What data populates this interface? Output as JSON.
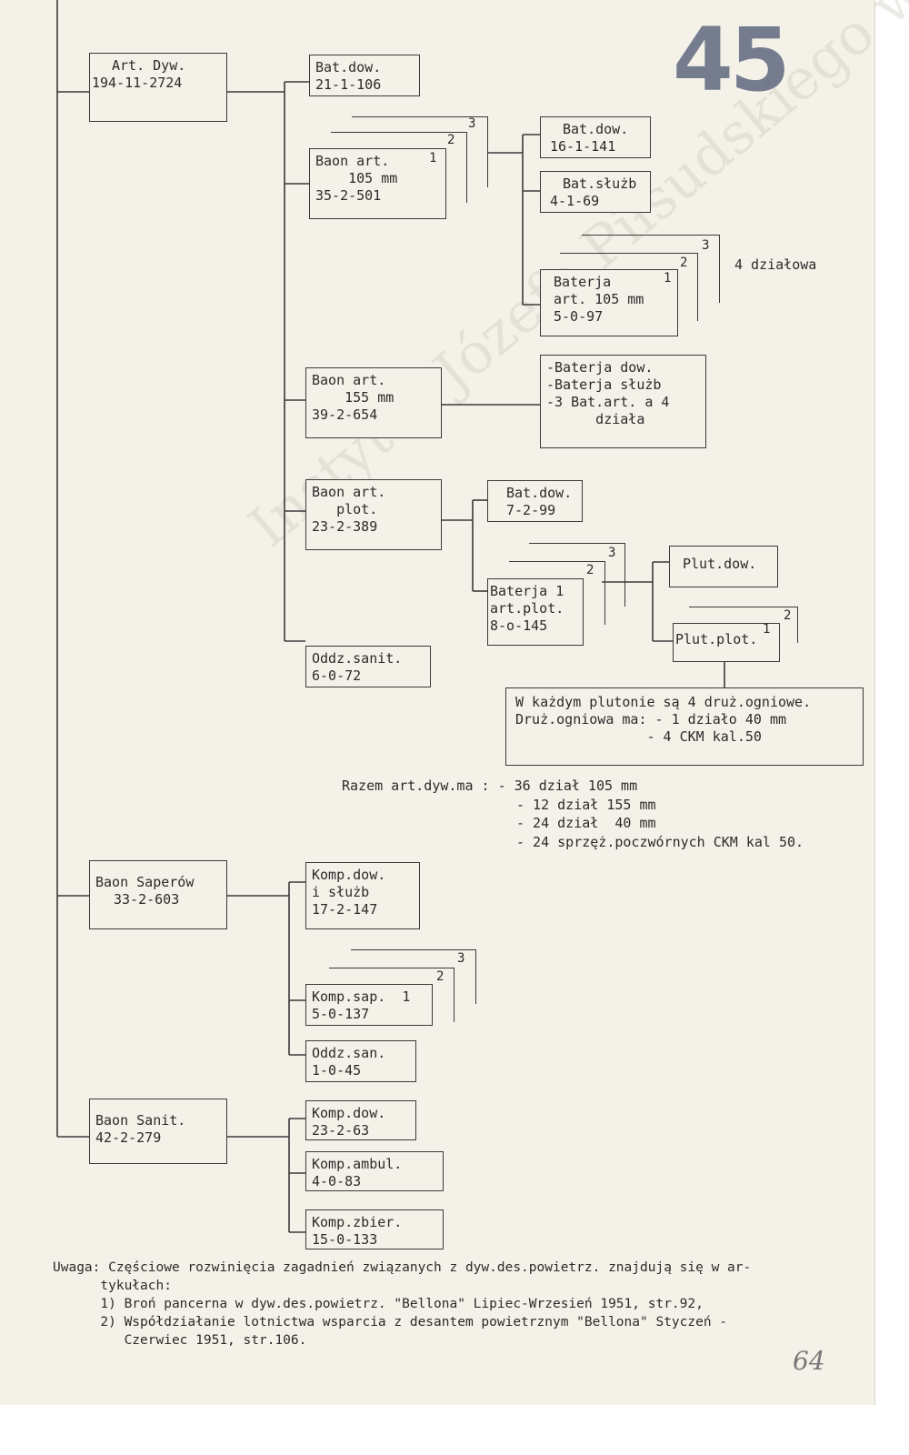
{
  "stamp_number": "45",
  "handwritten_page": "64",
  "watermark": "Instytut Józefa Piłsudskiego w Londynie",
  "art_dyw": {
    "line1": "Art. Dyw.",
    "line2": "194-11-2724"
  },
  "bat_dow_top": {
    "line1": "Bat.dow.",
    "line2": "21-1-106"
  },
  "baon105": {
    "line1": "Baon art.",
    "line2": "    105 mm",
    "line3": "35-2-501",
    "n1": "1",
    "n2": "2",
    "n3": "3"
  },
  "bat_dow_105": {
    "line1": "Bat.dow.",
    "line2": "16-1-141"
  },
  "bat_sluzb": {
    "line1": "Bat.służb",
    "line2": "4-1-69"
  },
  "bateria105": {
    "line1": "Baterja",
    "line2": "art. 105 mm",
    "line3": "5-0-97",
    "n1": "1",
    "n2": "2",
    "n3": "3"
  },
  "dzialowa_note": "4 działowa",
  "baon155": {
    "line1": "Baon art.",
    "line2": "    155 mm",
    "line3": "39-2-654"
  },
  "bat155_list": {
    "line1": "-Baterja dow.",
    "line2": "-Baterja służb",
    "line3": "-3 Bat.art. a 4",
    "line4": "      działa"
  },
  "baon_plot": {
    "line1": "Baon art.",
    "line2": "   plot.",
    "line3": "23-2-389"
  },
  "bat_dow_plot": {
    "line1": "Bat.dow.",
    "line2": "7-2-99"
  },
  "bateria_plot": {
    "line1": "Baterja 1",
    "line2": "art.plot.",
    "line3": "8-o-145",
    "n2": "2",
    "n3": "3"
  },
  "plut_dow": {
    "line1": "Plut.dow."
  },
  "plut_plot": {
    "line1": "Plut.plot.",
    "n1": "1",
    "n2": "2"
  },
  "oddz_sanit": {
    "line1": "Oddz.sanit.",
    "line2": "6-0-72"
  },
  "pluton_note": {
    "line1": "W każdym plutonie są 4 druż.ogniowe.",
    "line2": "Druż.ogniowa ma: - 1 działo 40 mm",
    "line3": "                - 4 CKM kal.50"
  },
  "razem": {
    "line1": "Razem art.dyw.ma : - 36 dział 105 mm",
    "line2": "- 12 dział 155 mm",
    "line3": "- 24 dział  40 mm",
    "line4": "- 24 sprzęż.poczwórnych CKM kal 50."
  },
  "baon_saperow": {
    "line1": "Baon Saperów",
    "line2": "33-2-603"
  },
  "komp_dow_sl": {
    "line1": "Komp.dow.",
    "line2": "i służb",
    "line3": "17-2-147"
  },
  "komp_sap": {
    "line1": "Komp.sap.  1",
    "line2": "5-0-137",
    "n2": "2",
    "n3": "3"
  },
  "oddz_san": {
    "line1": "Oddz.san.",
    "line2": "1-0-45"
  },
  "baon_sanit": {
    "line1": "Baon Sanit.",
    "line2": "42-2-279"
  },
  "komp_dow_san": {
    "line1": "Komp.dow.",
    "line2": "23-2-63"
  },
  "komp_ambul": {
    "line1": "Komp.ambul.",
    "line2": "4-0-83"
  },
  "komp_zbier": {
    "line1": "Komp.zbier.",
    "line2": "15-0-133"
  },
  "uwaga": {
    "line1": "Uwaga: Częściowe rozwinięcia zagadnień związanych z dyw.des.powietrz. znajdują się w ar-",
    "line2": "      tykułach:",
    "line3": "      1) Broń pancerna w dyw.des.powietrz. \"Bellona\" Lipiec-Wrzesień 1951, str.92,",
    "line4": "      2) Współdziałanie lotnictwa wsparcia z desantem powietrznym \"Bellona\" Styczeń -",
    "line5": "         Czerwiec 1951, str.106."
  }
}
